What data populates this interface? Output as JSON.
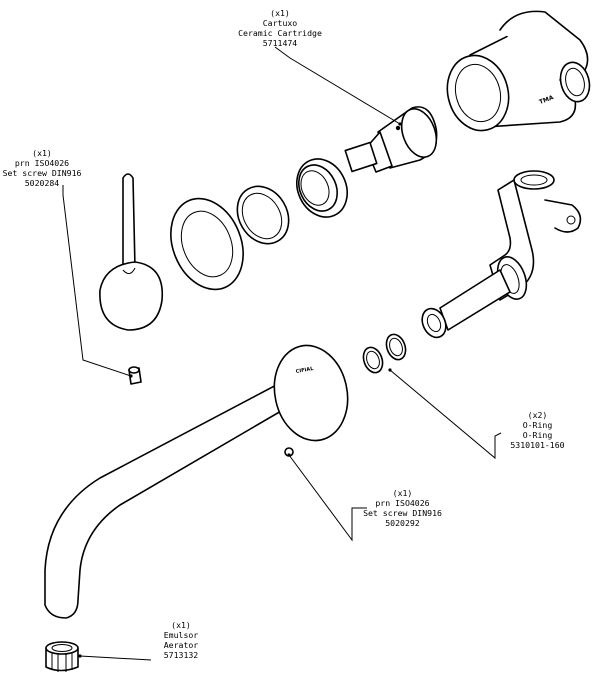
{
  "callouts": {
    "cartridge": {
      "qty": "(x1)",
      "lines": [
        "Cartuxo",
        "Ceramic Cartridge",
        "5711474"
      ]
    },
    "screw_handle": {
      "qty": "(x1)",
      "lines": [
        "prn ISO4026",
        "Set screw DIN916",
        "5020284"
      ]
    },
    "oring": {
      "qty": "(x2)",
      "lines": [
        "O-Ring",
        "O-Ring",
        "5310101-160"
      ]
    },
    "screw_spout": {
      "qty": "(x1)",
      "lines": [
        "prn ISO4026",
        "Set screw DIN916",
        "5020292"
      ]
    },
    "aerator": {
      "qty": "(x1)",
      "lines": [
        "Emulsor",
        "Aerator",
        "5713132"
      ]
    }
  },
  "marks": {
    "body_mark": "TMA",
    "plate_logo": "CIFIAL"
  }
}
